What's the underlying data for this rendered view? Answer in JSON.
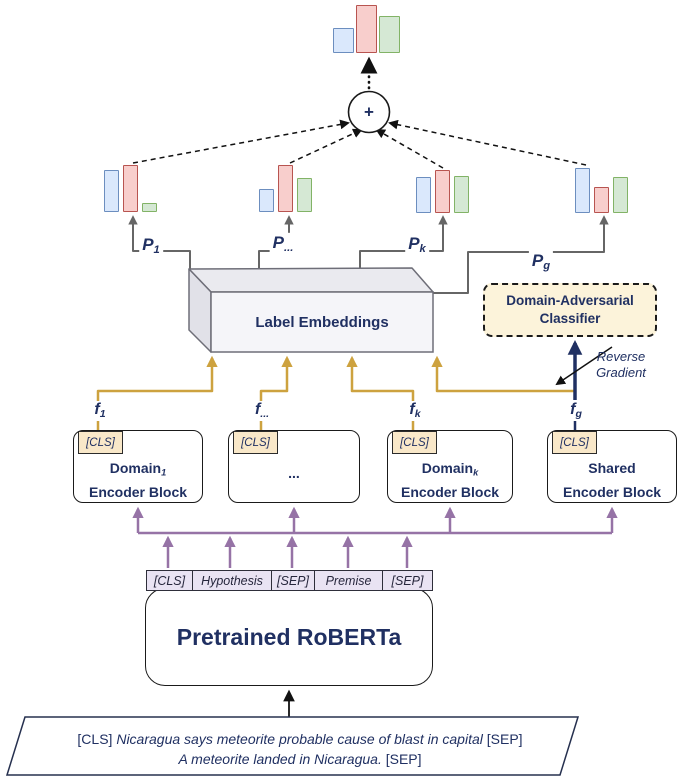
{
  "palette": {
    "navy_text": "#203062",
    "gray_line": "#666666",
    "gold_line": "#cda23f",
    "purple_line": "#9673a6",
    "bar_colors": {
      "blue": {
        "fill": "#dae8fc",
        "stroke": "#6c8ebf"
      },
      "red": {
        "fill": "#f8cecc",
        "stroke": "#b85450"
      },
      "green": {
        "fill": "#d5e8d4",
        "stroke": "#82b366"
      }
    },
    "cream_fill": "#fcf3da",
    "tag_fill": "#f9e8c9",
    "token_fill": "#e9e3f3"
  },
  "chart_note": "decorative probability bar glyphs; heights in px",
  "top_chart": {
    "bars": [
      {
        "c": "blue",
        "h": 25
      },
      {
        "c": "red",
        "h": 48
      },
      {
        "c": "green",
        "h": 37
      }
    ]
  },
  "sum_node": {
    "symbol": "+"
  },
  "prob_groups": [
    {
      "label": {
        "base": "P",
        "sub": "1"
      },
      "bars": [
        42,
        47,
        9
      ]
    },
    {
      "label": {
        "base": "P",
        "sub": "..."
      },
      "bars": [
        23,
        47,
        34
      ]
    },
    {
      "label": {
        "base": "P",
        "sub": "k"
      },
      "bars": [
        36,
        43,
        37
      ]
    },
    {
      "label": {
        "base": "P",
        "sub": "g"
      },
      "bars": [
        45,
        26,
        36
      ]
    }
  ],
  "label_embeddings": {
    "title": "Label Embeddings"
  },
  "classifier": {
    "line1": "Domain-Adversarial",
    "line2": "Classifier"
  },
  "reverse_gradient": {
    "line1": "Reverse",
    "line2": "Gradient"
  },
  "features": [
    {
      "base": "f",
      "sub": "1"
    },
    {
      "base": "f",
      "sub": "..."
    },
    {
      "base": "f",
      "sub": "k"
    },
    {
      "base": "f",
      "sub": "g"
    }
  ],
  "encoder_blocks": [
    {
      "cls": "[CLS]",
      "line1_base": "Domain",
      "line1_sub": "1",
      "line2": "Encoder Block"
    },
    {
      "cls": "[CLS]",
      "line1_base": "...",
      "line1_sub": "",
      "line2": ""
    },
    {
      "cls": "[CLS]",
      "line1_base": "Domain",
      "line1_sub": "k",
      "line2": "Encoder Block"
    },
    {
      "cls": "[CLS]",
      "line1_base": "Shared",
      "line1_sub": "",
      "line2": "Encoder Block"
    }
  ],
  "tokens": [
    "[CLS]",
    "Hypothesis",
    "[SEP]",
    "Premise",
    "[SEP]"
  ],
  "roberta": {
    "title": "Pretrained RoBERTa"
  },
  "input": {
    "line1_cls": "[CLS]",
    "line1_text": "Nicaragua says meteorite probable cause of blast in capital",
    "line1_sep": "[SEP]",
    "line2_text": "A meteorite landed in Nicaragua.",
    "line2_sep": "[SEP]"
  }
}
